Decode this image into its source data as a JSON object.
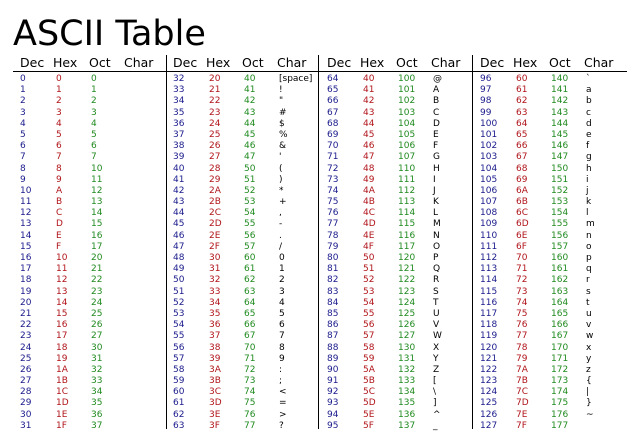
{
  "title": "ASCII Table",
  "headers": [
    "Dec",
    "Hex",
    "Oct",
    "Char"
  ],
  "colors": {
    "dec": "#1a1a8c",
    "hex": "#b0141a",
    "oct": "#1f8a1f",
    "char": "#000000"
  },
  "blocks": [
    {
      "rows": [
        [
          "0",
          "0",
          "0",
          ""
        ],
        [
          "1",
          "1",
          "1",
          ""
        ],
        [
          "2",
          "2",
          "2",
          ""
        ],
        [
          "3",
          "3",
          "3",
          ""
        ],
        [
          "4",
          "4",
          "4",
          ""
        ],
        [
          "5",
          "5",
          "5",
          ""
        ],
        [
          "6",
          "6",
          "6",
          ""
        ],
        [
          "7",
          "7",
          "7",
          ""
        ],
        [
          "8",
          "8",
          "10",
          ""
        ],
        [
          "9",
          "9",
          "11",
          ""
        ],
        [
          "10",
          "A",
          "12",
          ""
        ],
        [
          "11",
          "B",
          "13",
          ""
        ],
        [
          "12",
          "C",
          "14",
          ""
        ],
        [
          "13",
          "D",
          "15",
          ""
        ],
        [
          "14",
          "E",
          "16",
          ""
        ],
        [
          "15",
          "F",
          "17",
          ""
        ],
        [
          "16",
          "10",
          "20",
          ""
        ],
        [
          "17",
          "11",
          "21",
          ""
        ],
        [
          "18",
          "12",
          "22",
          ""
        ],
        [
          "19",
          "13",
          "23",
          ""
        ],
        [
          "20",
          "14",
          "24",
          ""
        ],
        [
          "21",
          "15",
          "25",
          ""
        ],
        [
          "22",
          "16",
          "26",
          ""
        ],
        [
          "23",
          "17",
          "27",
          ""
        ],
        [
          "24",
          "18",
          "30",
          ""
        ],
        [
          "25",
          "19",
          "31",
          ""
        ],
        [
          "26",
          "1A",
          "32",
          ""
        ],
        [
          "27",
          "1B",
          "33",
          ""
        ],
        [
          "28",
          "1C",
          "34",
          ""
        ],
        [
          "29",
          "1D",
          "35",
          ""
        ],
        [
          "30",
          "1E",
          "36",
          ""
        ],
        [
          "31",
          "1F",
          "37",
          ""
        ]
      ]
    },
    {
      "rows": [
        [
          "32",
          "20",
          "40",
          "[space]"
        ],
        [
          "33",
          "21",
          "41",
          "!"
        ],
        [
          "34",
          "22",
          "42",
          "\""
        ],
        [
          "35",
          "23",
          "43",
          "#"
        ],
        [
          "36",
          "24",
          "44",
          "$"
        ],
        [
          "37",
          "25",
          "45",
          "%"
        ],
        [
          "38",
          "26",
          "46",
          "&"
        ],
        [
          "39",
          "27",
          "47",
          "'"
        ],
        [
          "40",
          "28",
          "50",
          "("
        ],
        [
          "41",
          "29",
          "51",
          ")"
        ],
        [
          "42",
          "2A",
          "52",
          "*"
        ],
        [
          "43",
          "2B",
          "53",
          "+"
        ],
        [
          "44",
          "2C",
          "54",
          ","
        ],
        [
          "45",
          "2D",
          "55",
          "-"
        ],
        [
          "46",
          "2E",
          "56",
          "."
        ],
        [
          "47",
          "2F",
          "57",
          "/"
        ],
        [
          "48",
          "30",
          "60",
          "0"
        ],
        [
          "49",
          "31",
          "61",
          "1"
        ],
        [
          "50",
          "32",
          "62",
          "2"
        ],
        [
          "51",
          "33",
          "63",
          "3"
        ],
        [
          "52",
          "34",
          "64",
          "4"
        ],
        [
          "53",
          "35",
          "65",
          "5"
        ],
        [
          "54",
          "36",
          "66",
          "6"
        ],
        [
          "55",
          "37",
          "67",
          "7"
        ],
        [
          "56",
          "38",
          "70",
          "8"
        ],
        [
          "57",
          "39",
          "71",
          "9"
        ],
        [
          "58",
          "3A",
          "72",
          ":"
        ],
        [
          "59",
          "3B",
          "73",
          ";"
        ],
        [
          "60",
          "3C",
          "74",
          "<"
        ],
        [
          "61",
          "3D",
          "75",
          "="
        ],
        [
          "62",
          "3E",
          "76",
          ">"
        ],
        [
          "63",
          "3F",
          "77",
          "?"
        ]
      ]
    },
    {
      "rows": [
        [
          "64",
          "40",
          "100",
          "@"
        ],
        [
          "65",
          "41",
          "101",
          "A"
        ],
        [
          "66",
          "42",
          "102",
          "B"
        ],
        [
          "67",
          "43",
          "103",
          "C"
        ],
        [
          "68",
          "44",
          "104",
          "D"
        ],
        [
          "69",
          "45",
          "105",
          "E"
        ],
        [
          "70",
          "46",
          "106",
          "F"
        ],
        [
          "71",
          "47",
          "107",
          "G"
        ],
        [
          "72",
          "48",
          "110",
          "H"
        ],
        [
          "73",
          "49",
          "111",
          "I"
        ],
        [
          "74",
          "4A",
          "112",
          "J"
        ],
        [
          "75",
          "4B",
          "113",
          "K"
        ],
        [
          "76",
          "4C",
          "114",
          "L"
        ],
        [
          "77",
          "4D",
          "115",
          "M"
        ],
        [
          "78",
          "4E",
          "116",
          "N"
        ],
        [
          "79",
          "4F",
          "117",
          "O"
        ],
        [
          "80",
          "50",
          "120",
          "P"
        ],
        [
          "81",
          "51",
          "121",
          "Q"
        ],
        [
          "82",
          "52",
          "122",
          "R"
        ],
        [
          "83",
          "53",
          "123",
          "S"
        ],
        [
          "84",
          "54",
          "124",
          "T"
        ],
        [
          "85",
          "55",
          "125",
          "U"
        ],
        [
          "86",
          "56",
          "126",
          "V"
        ],
        [
          "87",
          "57",
          "127",
          "W"
        ],
        [
          "88",
          "58",
          "130",
          "X"
        ],
        [
          "89",
          "59",
          "131",
          "Y"
        ],
        [
          "90",
          "5A",
          "132",
          "Z"
        ],
        [
          "91",
          "5B",
          "133",
          "["
        ],
        [
          "92",
          "5C",
          "134",
          "\\"
        ],
        [
          "93",
          "5D",
          "135",
          "]"
        ],
        [
          "94",
          "5E",
          "136",
          "^"
        ],
        [
          "95",
          "5F",
          "137",
          "_"
        ]
      ]
    },
    {
      "rows": [
        [
          "96",
          "60",
          "140",
          "`"
        ],
        [
          "97",
          "61",
          "141",
          "a"
        ],
        [
          "98",
          "62",
          "142",
          "b"
        ],
        [
          "99",
          "63",
          "143",
          "c"
        ],
        [
          "100",
          "64",
          "144",
          "d"
        ],
        [
          "101",
          "65",
          "145",
          "e"
        ],
        [
          "102",
          "66",
          "146",
          "f"
        ],
        [
          "103",
          "67",
          "147",
          "g"
        ],
        [
          "104",
          "68",
          "150",
          "h"
        ],
        [
          "105",
          "69",
          "151",
          "i"
        ],
        [
          "106",
          "6A",
          "152",
          "j"
        ],
        [
          "107",
          "6B",
          "153",
          "k"
        ],
        [
          "108",
          "6C",
          "154",
          "l"
        ],
        [
          "109",
          "6D",
          "155",
          "m"
        ],
        [
          "110",
          "6E",
          "156",
          "n"
        ],
        [
          "111",
          "6F",
          "157",
          "o"
        ],
        [
          "112",
          "70",
          "160",
          "p"
        ],
        [
          "113",
          "71",
          "161",
          "q"
        ],
        [
          "114",
          "72",
          "162",
          "r"
        ],
        [
          "115",
          "73",
          "163",
          "s"
        ],
        [
          "116",
          "74",
          "164",
          "t"
        ],
        [
          "117",
          "75",
          "165",
          "u"
        ],
        [
          "118",
          "76",
          "166",
          "v"
        ],
        [
          "119",
          "77",
          "167",
          "w"
        ],
        [
          "120",
          "78",
          "170",
          "x"
        ],
        [
          "121",
          "79",
          "171",
          "y"
        ],
        [
          "122",
          "7A",
          "172",
          "z"
        ],
        [
          "123",
          "7B",
          "173",
          "{"
        ],
        [
          "124",
          "7C",
          "174",
          "|"
        ],
        [
          "125",
          "7D",
          "175",
          "}"
        ],
        [
          "126",
          "7E",
          "176",
          "~"
        ],
        [
          "127",
          "7F",
          "177",
          ""
        ]
      ]
    }
  ]
}
